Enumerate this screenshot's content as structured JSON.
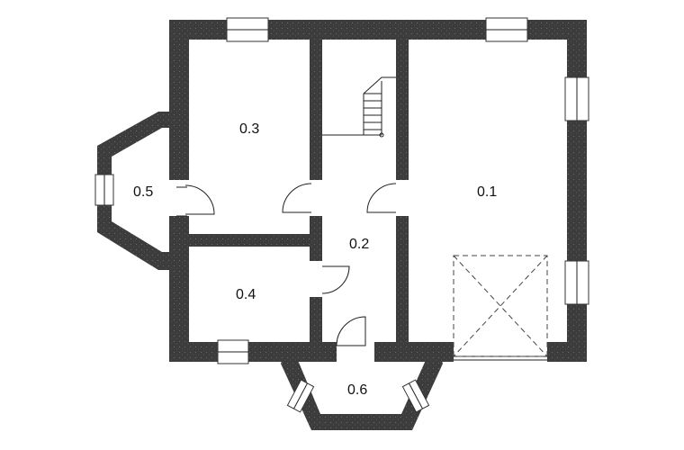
{
  "colors": {
    "wall": "#3c3c3c",
    "background": "#ffffff",
    "line": "#222222"
  },
  "rooms": [
    {
      "id": "r01",
      "label": "0.1"
    },
    {
      "id": "r02",
      "label": "0.2"
    },
    {
      "id": "r03",
      "label": "0.3"
    },
    {
      "id": "r04",
      "label": "0.4"
    },
    {
      "id": "r05",
      "label": "0.5"
    },
    {
      "id": "r06",
      "label": "0.6"
    }
  ]
}
